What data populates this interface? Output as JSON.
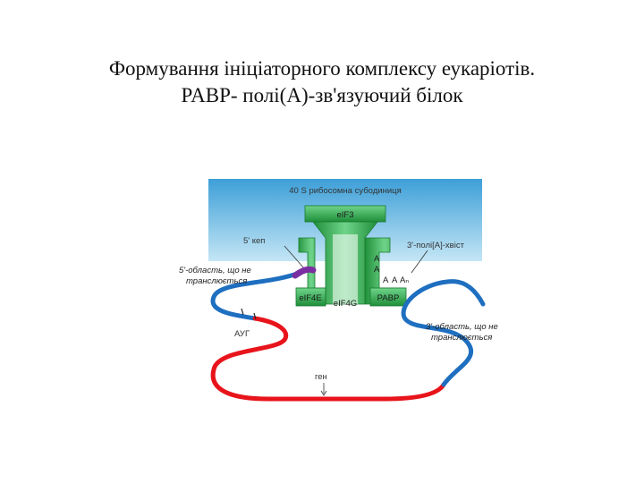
{
  "title": {
    "line1": "Формування ініціаторного комплексу еукаріотів.",
    "line2": "PABP- полі(А)-зв'язуючий білок"
  },
  "diagram": {
    "ribosome_label": "40 S рибосомна субодиниця",
    "eif3": "eIF3",
    "cap_5": "5' кеп",
    "polya_tail": "3'-полі[А]-хвіст",
    "utr5_line1": "5'-область, що не",
    "utr5_line2": "транслюється",
    "utr3_line1": "3'-область, що не",
    "utr3_line2": "транслюється",
    "eif4e": "eIF4E",
    "eif4g": "eIF4G",
    "pabp": "PABP",
    "aug": "АУГ",
    "stop": "ген",
    "a1": "A",
    "a2": "A",
    "a3": "A",
    "a4": "A",
    "an": "Aₙ",
    "colors": {
      "ribosome_top": "#4aa7dc",
      "ribosome_bottom": "#bfe3f4",
      "protein_green": "#2aa84a",
      "rna_blue": "#1f6fc0",
      "rna_red": "#e8141b",
      "cap_purple": "#7a2fa0"
    }
  }
}
